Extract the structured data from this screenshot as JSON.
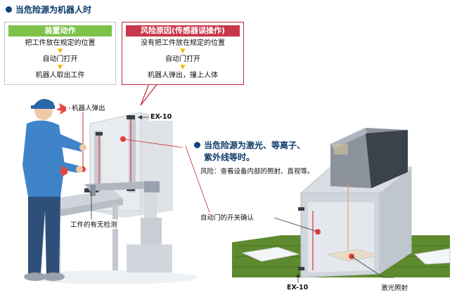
{
  "section_robot": {
    "heading": "当危险源为机器人时",
    "action_panel": {
      "title": "装置动作",
      "steps": [
        "把工件放在规定的位置",
        "自动门打开",
        "机器人取出工件"
      ]
    },
    "risk_panel": {
      "title": "风险原因(传感器误操作)",
      "steps": [
        "没有把工件放在规定的位置",
        "自动门打开",
        "机器人弹出，撞上人体"
      ]
    },
    "labels": {
      "robot_ejects": "机器人弹出",
      "sensor_top": "EX-10",
      "workpiece_detect": "工件的有无检测"
    }
  },
  "section_laser": {
    "heading_line1": "当危险源为激光、等离子、",
    "heading_line2": "紫外线等时。",
    "risk_note": "风险：查看设备内部的照射、直视等。",
    "labels": {
      "door_confirm": "自动门的开关确认",
      "sensor_bottom": "EX-10",
      "laser_irradiation": "激光照射"
    }
  },
  "colors": {
    "heading_blue": "#0d3a6a",
    "green_title": "#7ec24a",
    "red_title": "#c8374a",
    "arrow_yellow": "#f5b400",
    "beam_red": "#e03030",
    "sensor_dot": "#e04040"
  }
}
